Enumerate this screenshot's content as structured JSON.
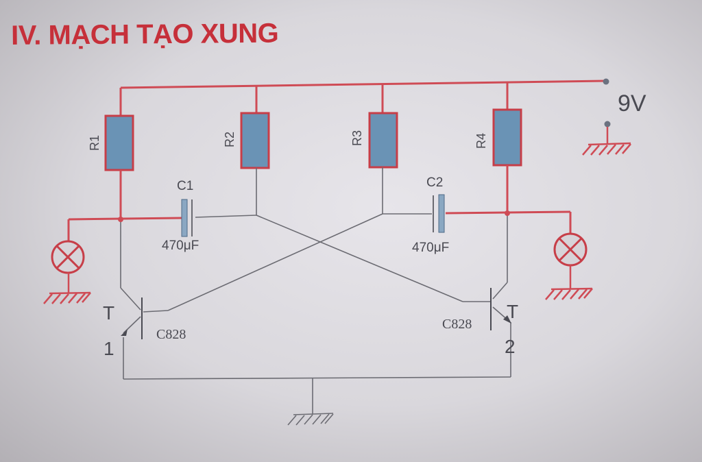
{
  "title": "IV. MẠCH TẠO XUNG",
  "colors": {
    "wire_red": "#cf4b55",
    "wire_gray": "#6b6b72",
    "resistor_fill": "#6a93b5",
    "resistor_border": "#c73e48",
    "capacitor_fill": "#8aa7c2",
    "lamp_fill": "#d7d3d8",
    "lamp_border": "#c73e48",
    "title_red": "#c6303a"
  },
  "supply": {
    "label": "9V"
  },
  "resistors": [
    {
      "label": "R1"
    },
    {
      "label": "R2"
    },
    {
      "label": "R3"
    },
    {
      "label": "R4"
    }
  ],
  "capacitors": [
    {
      "label": "C1",
      "value": "470μF"
    },
    {
      "label": "C2",
      "value": "470μF"
    }
  ],
  "transistors": [
    {
      "label_t": "T",
      "label_n": "1",
      "model": "C828"
    },
    {
      "label_t": "T",
      "label_n": "2",
      "model": "C828"
    }
  ],
  "lamps": [
    {
      "icon": "lamp-cross-icon"
    },
    {
      "icon": "lamp-cross-icon"
    }
  ]
}
